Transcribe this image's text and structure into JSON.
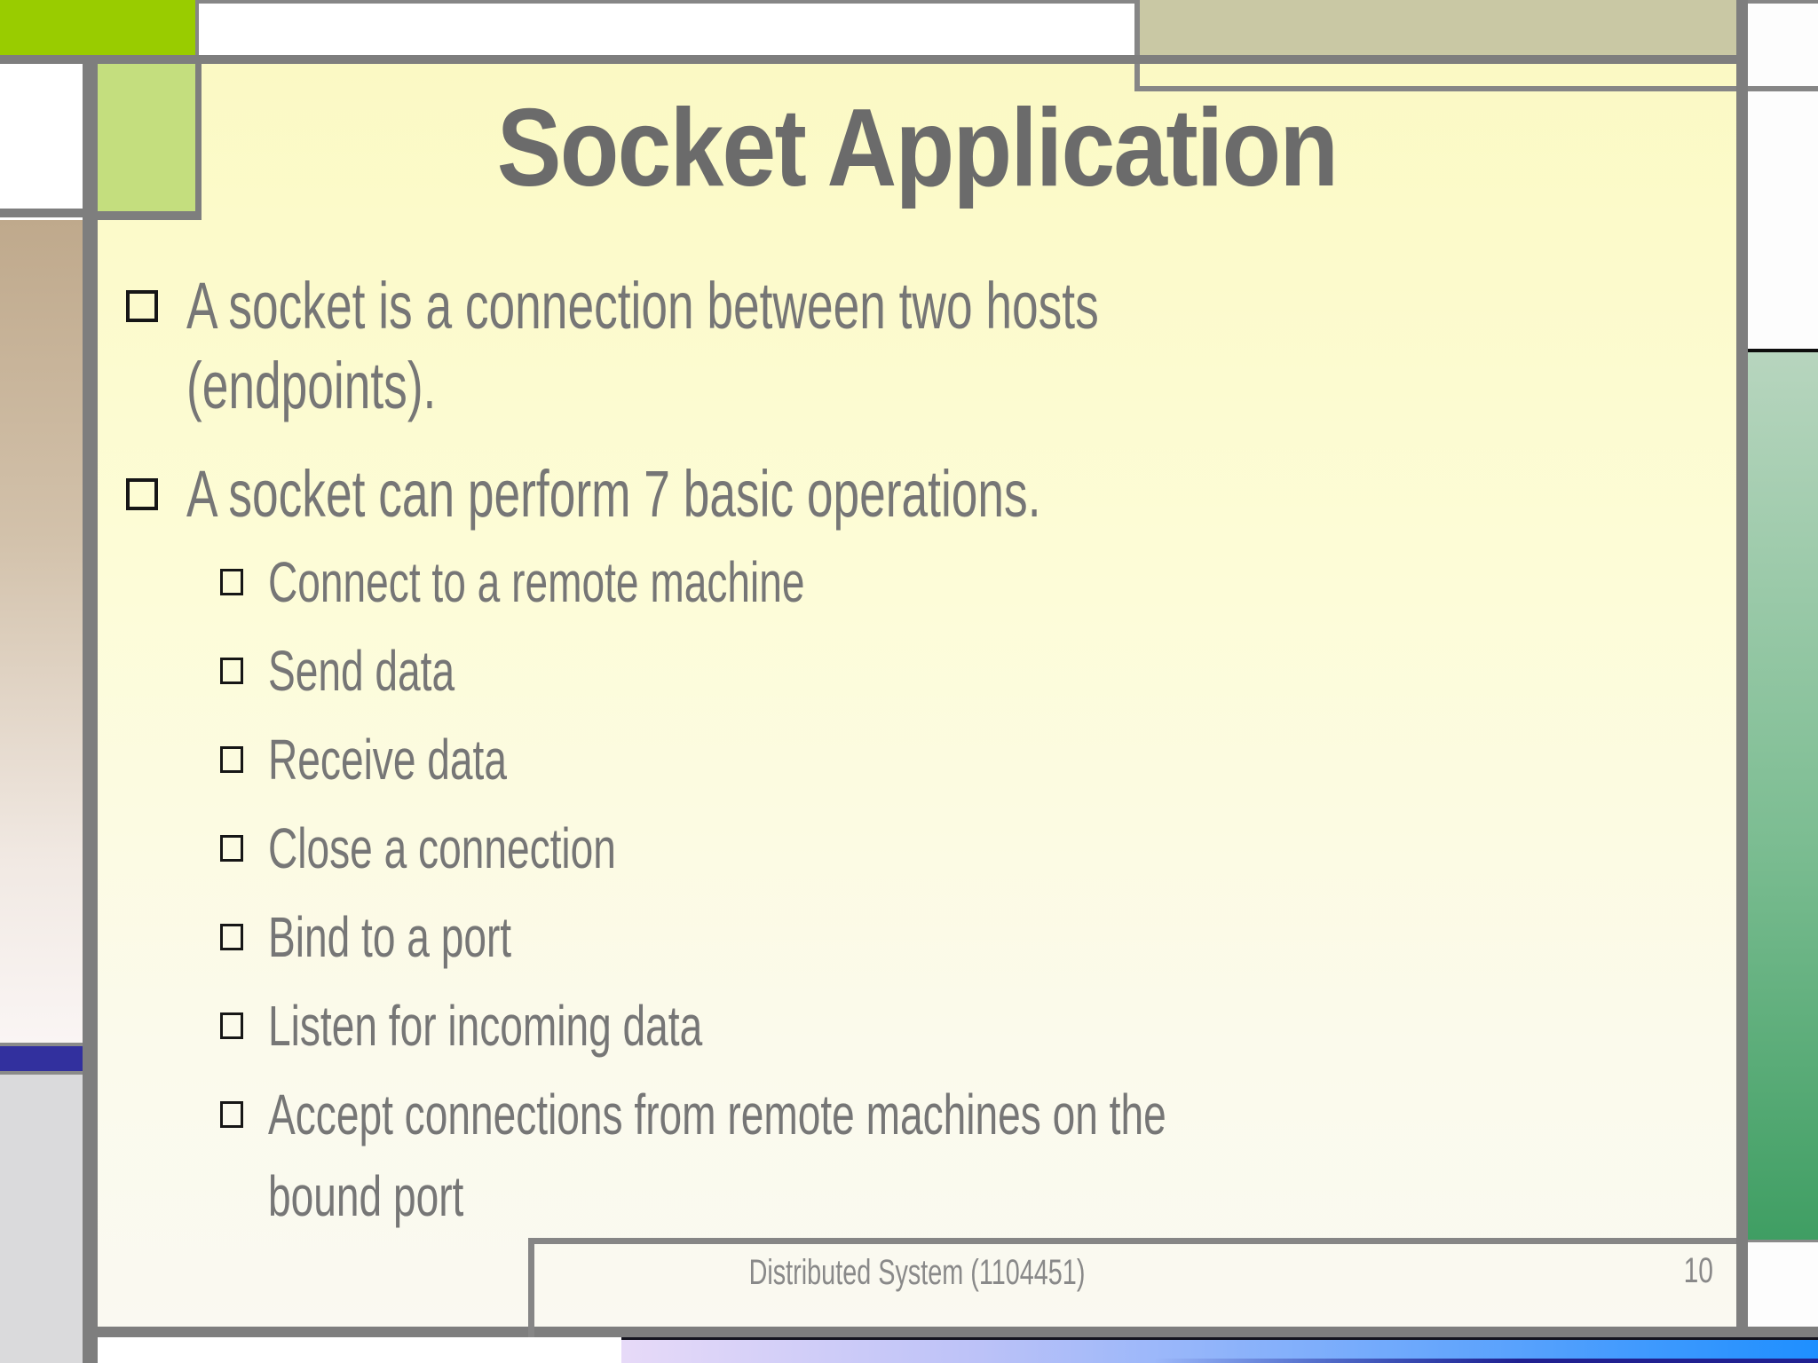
{
  "slide": {
    "title": "Socket Application",
    "bullets": [
      {
        "level": 1,
        "lines": [
          "A socket is a connection between two hosts",
          "(endpoints)."
        ]
      },
      {
        "level": 1,
        "lines": [
          "A socket can perform 7 basic operations."
        ]
      },
      {
        "level": 2,
        "lines": [
          "Connect to a remote machine"
        ]
      },
      {
        "level": 2,
        "lines": [
          "Send data"
        ]
      },
      {
        "level": 2,
        "lines": [
          "Receive data"
        ]
      },
      {
        "level": 2,
        "lines": [
          "Close a connection"
        ]
      },
      {
        "level": 2,
        "lines": [
          "Bind to a port"
        ]
      },
      {
        "level": 2,
        "lines": [
          "Listen for incoming data"
        ]
      },
      {
        "level": 2,
        "lines": [
          "Accept connections from remote machines on the",
          "bound port"
        ]
      }
    ],
    "footer": {
      "text": "Distributed System (1104451)",
      "page_number": "10"
    },
    "colors": {
      "accent_bright_green": "#99cc00",
      "accent_light_green": "#c4de7e",
      "accent_khaki": "#c9c8a4",
      "accent_tan": "#bfa98c",
      "accent_navy": "#32309e",
      "accent_left_gray": "#dadadc",
      "right_bar_green_top": "#b7d5be",
      "right_bar_green_bottom": "#3f9e63",
      "bottom_bar_lavender": "#e7daf8",
      "bottom_bar_blue": "#1e8fff",
      "slide_yellow": "#fdfcd7",
      "border_gray": "#7e7e7e",
      "text_gray": "#767676"
    }
  }
}
